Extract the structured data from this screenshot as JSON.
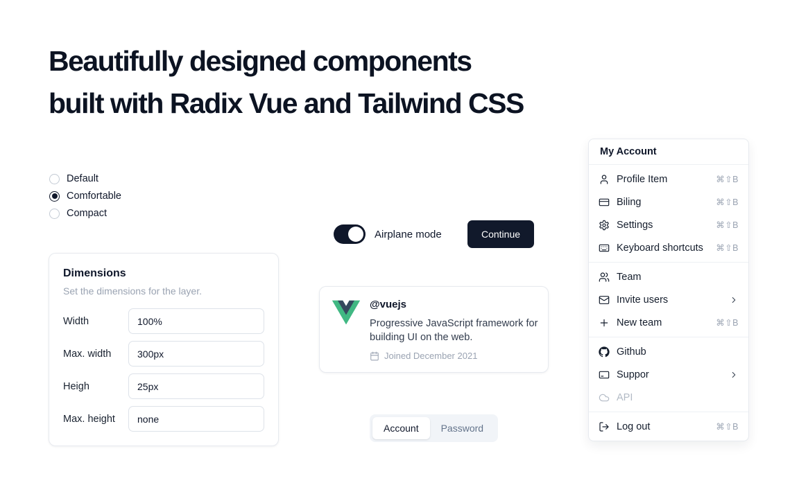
{
  "heading": {
    "line1": "Beautifully designed components",
    "line2": "built with Radix Vue and Tailwind CSS"
  },
  "radio": {
    "options": [
      {
        "label": "Default",
        "selected": false
      },
      {
        "label": "Comfortable",
        "selected": true
      },
      {
        "label": "Compact",
        "selected": false
      }
    ]
  },
  "dimensions_card": {
    "title": "Dimensions",
    "subtitle": "Set the dimensions for the layer.",
    "fields": [
      {
        "label": "Width",
        "value": "100%"
      },
      {
        "label": "Max. width",
        "value": "300px"
      },
      {
        "label": "Heigh",
        "value": "25px"
      },
      {
        "label": "Max. height",
        "value": "none"
      }
    ]
  },
  "airplane": {
    "label": "Airplane mode",
    "on": true
  },
  "continue_button": {
    "label": "Continue"
  },
  "profile_card": {
    "handle": "@vuejs",
    "description": "Progressive JavaScript framework for building UI on the web.",
    "joined": "Joined December 2021"
  },
  "tabs": {
    "items": [
      {
        "label": "Account",
        "active": true
      },
      {
        "label": "Password",
        "active": false
      }
    ]
  },
  "menu": {
    "title": "My Account",
    "groups": [
      {
        "items": [
          {
            "label": "Profile Item",
            "shortcut": "⌘⇧B"
          },
          {
            "label": "Biling",
            "shortcut": "⌘⇧B"
          },
          {
            "label": "Settings",
            "shortcut": "⌘⇧B"
          },
          {
            "label": "Keyboard shortcuts",
            "shortcut": "⌘⇧B"
          }
        ]
      },
      {
        "items": [
          {
            "label": "Team"
          },
          {
            "label": "Invite users",
            "submenu": true
          },
          {
            "label": "New team",
            "shortcut": "⌘⇧B"
          }
        ]
      },
      {
        "items": [
          {
            "label": "Github"
          },
          {
            "label": "Suppor",
            "submenu": true
          },
          {
            "label": "API",
            "disabled": true
          }
        ]
      },
      {
        "items": [
          {
            "label": "Log out",
            "shortcut": "⌘⇧B"
          }
        ]
      }
    ]
  },
  "colors": {
    "dark": "#0f172a",
    "muted": "#94a3b8",
    "border": "#e7eaef",
    "vue_green": "#41B883",
    "vue_navy": "#35495E"
  }
}
